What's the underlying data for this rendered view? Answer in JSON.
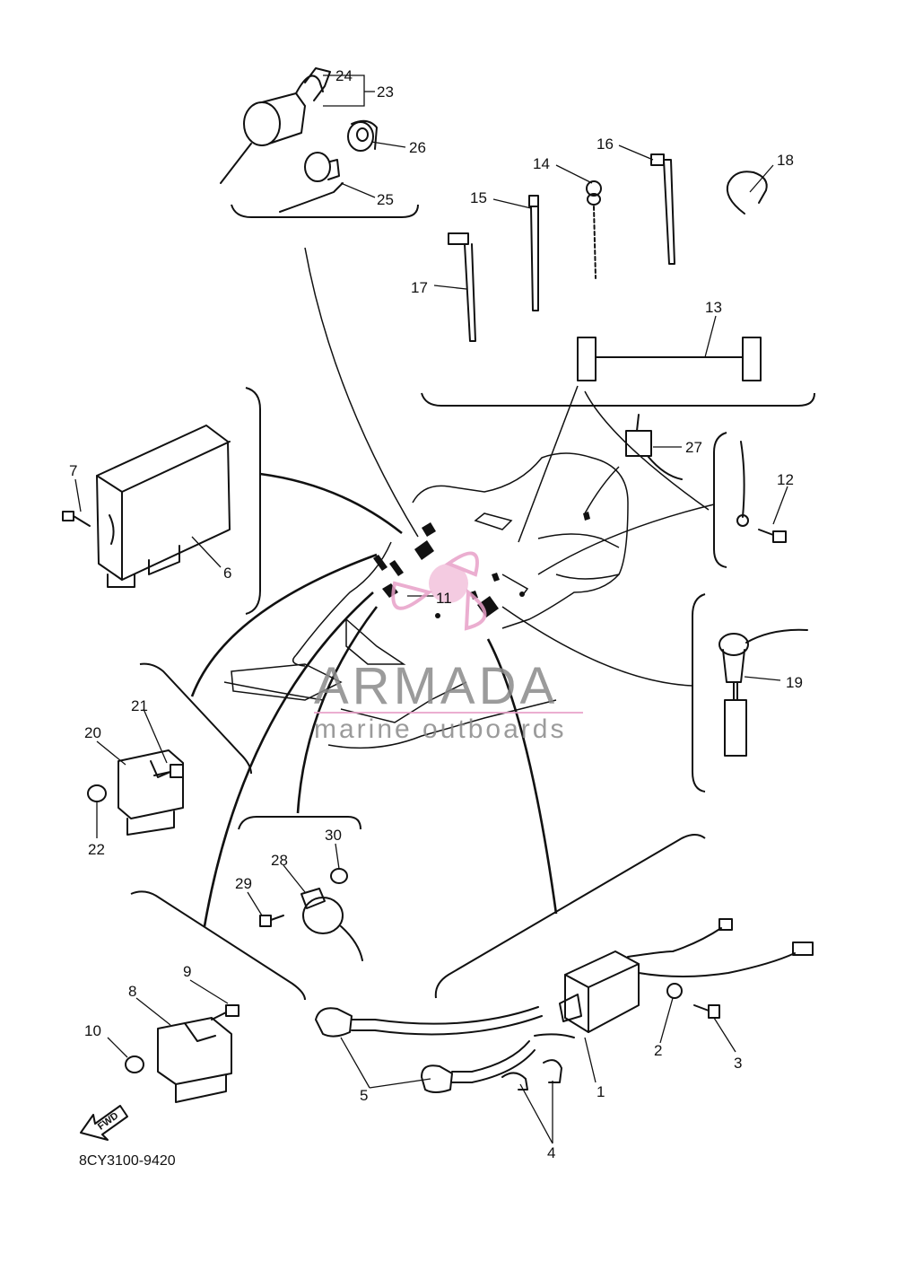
{
  "diagram": {
    "part_code": "8CY3100-9420",
    "fwd_label": "FWD",
    "watermark": {
      "brand": "ARMADA",
      "tagline": "marine outboards",
      "accent_color": "#e8a0c8"
    },
    "callouts": [
      "1",
      "2",
      "3",
      "4",
      "5",
      "6",
      "7",
      "8",
      "9",
      "10",
      "11",
      "12",
      "13",
      "14",
      "15",
      "16",
      "17",
      "18",
      "19",
      "20",
      "21",
      "22",
      "23",
      "24",
      "25",
      "26",
      "27",
      "28",
      "29",
      "30"
    ]
  }
}
